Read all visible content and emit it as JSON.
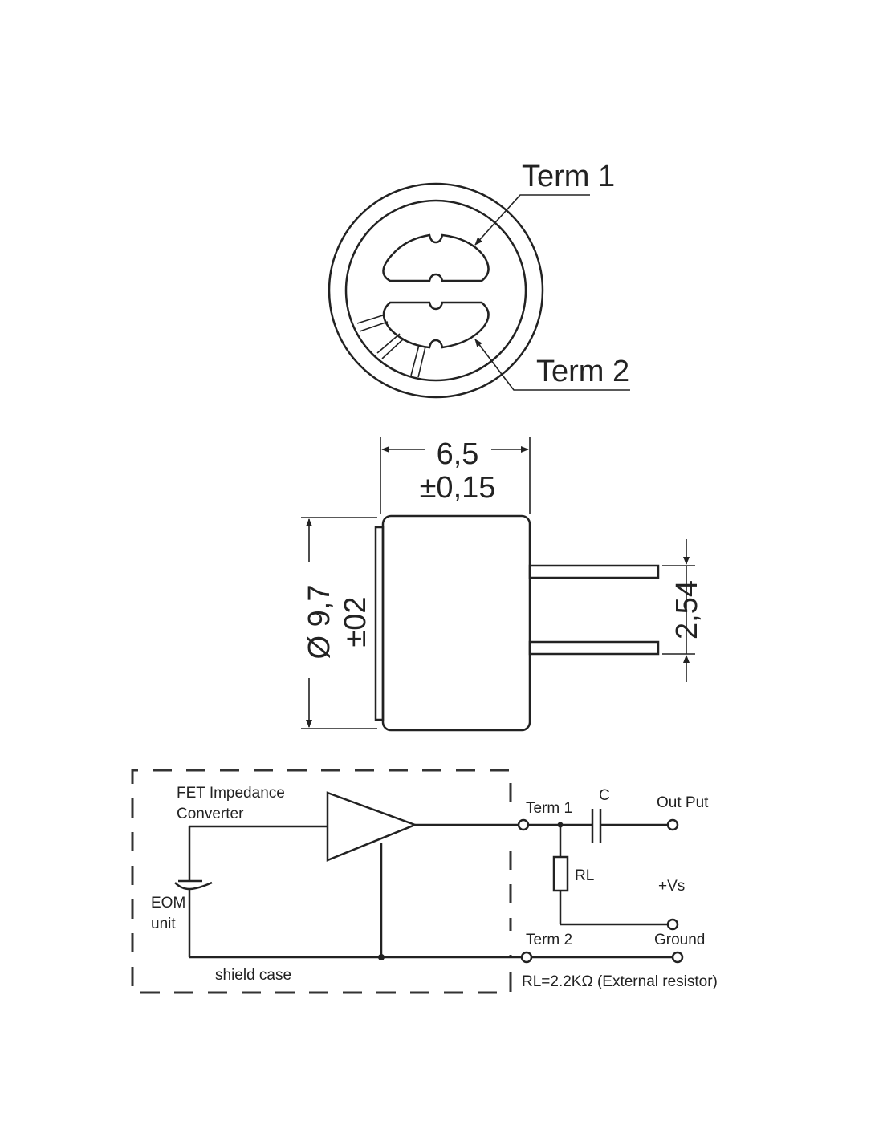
{
  "top_view": {
    "term1_label": "Term 1",
    "term2_label": "Term 2"
  },
  "side_view": {
    "length_value": "6,5",
    "length_tolerance": "±0,15",
    "diameter_value": "Ø 9,7",
    "diameter_tolerance": "±02",
    "pin_pitch": "2,54"
  },
  "circuit": {
    "fet_label_line1": "FET Impedance",
    "fet_label_line2": "Converter",
    "eom_label_line1": "EOM",
    "eom_label_line2": "unit",
    "shield_label": "shield case",
    "term1_label": "Term 1",
    "term2_label": "Term 2",
    "capacitor_label": "C",
    "resistor_label": "RL",
    "output_label": "Out Put",
    "vs_label": "+Vs",
    "ground_label": "Ground",
    "note": "RL=2.2KΩ (External resistor)"
  }
}
